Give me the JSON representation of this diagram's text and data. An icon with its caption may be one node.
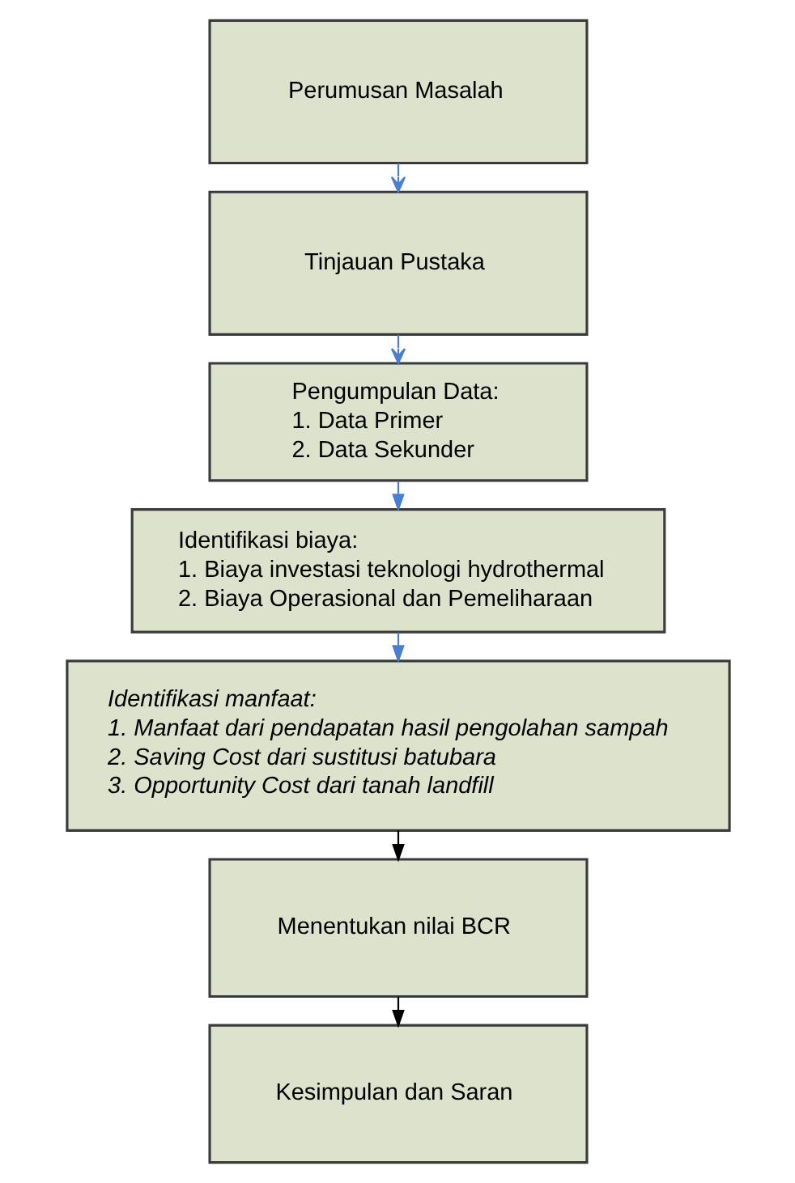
{
  "diagram": {
    "nodes": [
      {
        "text": [
          "Perumusan Masalah"
        ]
      },
      {
        "text": [
          "Tinjauan Pustaka"
        ]
      },
      {
        "text": [
          "Pengumpulan Data:",
          "1. Data Primer",
          "2. Data Sekunder"
        ]
      },
      {
        "text": [
          "Identifikasi biaya:",
          "1. Biaya investasi teknologi hydrothermal",
          "2. Biaya Operasional dan Pemeliharaan"
        ]
      },
      {
        "text": [
          "Identifikasi manfaat:",
          "1. Manfaat dari pendapatan hasil pengolahan sampah",
          "2. Saving Cost dari sustitusi batubara",
          "3. Opportunity Cost dari tanah landfill"
        ]
      },
      {
        "text": [
          "Menentukan nilai BCR"
        ]
      },
      {
        "text": [
          "Kesimpulan dan Saran"
        ]
      }
    ],
    "edges": [
      {
        "from": 0,
        "to": 1,
        "arrow": "to"
      },
      {
        "from": 1,
        "to": 2,
        "arrow": "to"
      },
      {
        "from": 2,
        "to": 3,
        "arrow": "to"
      },
      {
        "from": 3,
        "to": 4,
        "arrow": "to"
      },
      {
        "from": 4,
        "to": 5,
        "arrow": "to",
        "color": "#000000"
      },
      {
        "from": 5,
        "to": 6,
        "arrow": "to",
        "color": "#000000"
      }
    ]
  }
}
